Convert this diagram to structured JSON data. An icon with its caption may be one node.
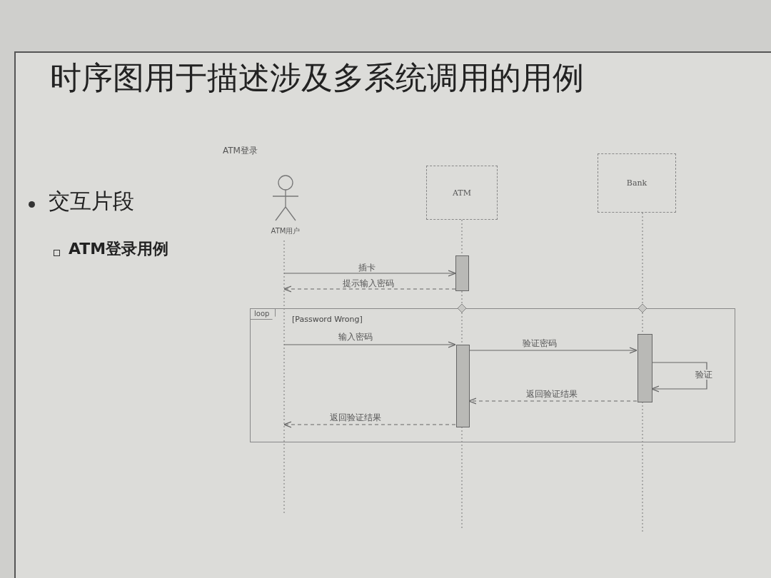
{
  "diagram": {
    "title": "时序图用于描述涉及多系统调用的用例",
    "nodes": [
      {
        "text": [
          "ATM用户"
        ]
      },
      {
        "text": [
          "ATM"
        ]
      },
      {
        "text": [
          "Bank"
        ]
      },
      {
        "text": [],
        "shape": "bar"
      },
      {
        "text": [
          "loop",
          "[Password Wrong]"
        ]
      },
      {
        "text": [],
        "shape": "bar",
        "in": 4
      },
      {
        "text": [],
        "shape": "bar",
        "in": 4
      }
    ],
    "edges": [
      {
        "from": 0,
        "to": 3,
        "arrow": "to",
        "label": "插卡"
      },
      {
        "from": 3,
        "to": 0,
        "arrow": "to",
        "label": "提示输入密码",
        "style": "dashed"
      },
      {
        "from": 0,
        "to": 5,
        "arrow": "to",
        "label": "输入密码"
      },
      {
        "from": 5,
        "to": 6,
        "arrow": "to",
        "label": "验证密码"
      },
      {
        "from": 6,
        "to": 6,
        "arrow": "to",
        "label": "验证"
      },
      {
        "from": 6,
        "to": 5,
        "arrow": "to",
        "label": "返回验证结果",
        "style": "dashed"
      },
      {
        "from": 5,
        "to": 0,
        "arrow": "to",
        "label": "返回验证结果",
        "style": "dashed"
      }
    ],
    "labels": [
      "交互片段",
      "ATM登录用例",
      "ATM登录"
    ]
  }
}
